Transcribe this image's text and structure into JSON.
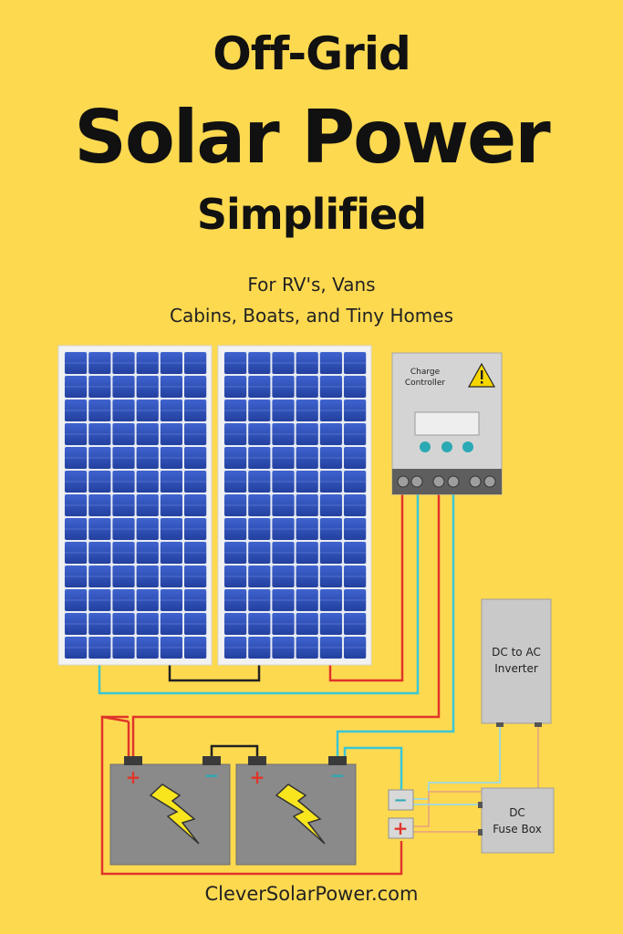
{
  "cover": {
    "title_line1": "Off-Grid",
    "title_line2": "Solar Power",
    "title_line3": "Simplified",
    "subtitle_line1": "For  RV's, Vans",
    "subtitle_line2": "Cabins, Boats, and Tiny Homes",
    "website": "CleverSolarPower.com"
  },
  "diagram": {
    "charge_controller_line1": "Charge",
    "charge_controller_line2": "Controller",
    "warning_icon": "warning-triangle-icon",
    "inverter_line1": "DC to AC",
    "inverter_line2": "Inverter",
    "fuse_box_line1": "DC",
    "fuse_box_line2": "Fuse Box",
    "plus_symbol": "+",
    "minus_symbol": "−",
    "bolt_icon": "lightning-bolt-icon"
  },
  "colors": {
    "background": "#FDD950",
    "wire_positive": "#E0352B",
    "wire_negative": "#3BC6D6",
    "panel_cell": "#2E4FB8",
    "component_gray": "#C9C9C9",
    "battery_gray": "#8A8A8A"
  }
}
